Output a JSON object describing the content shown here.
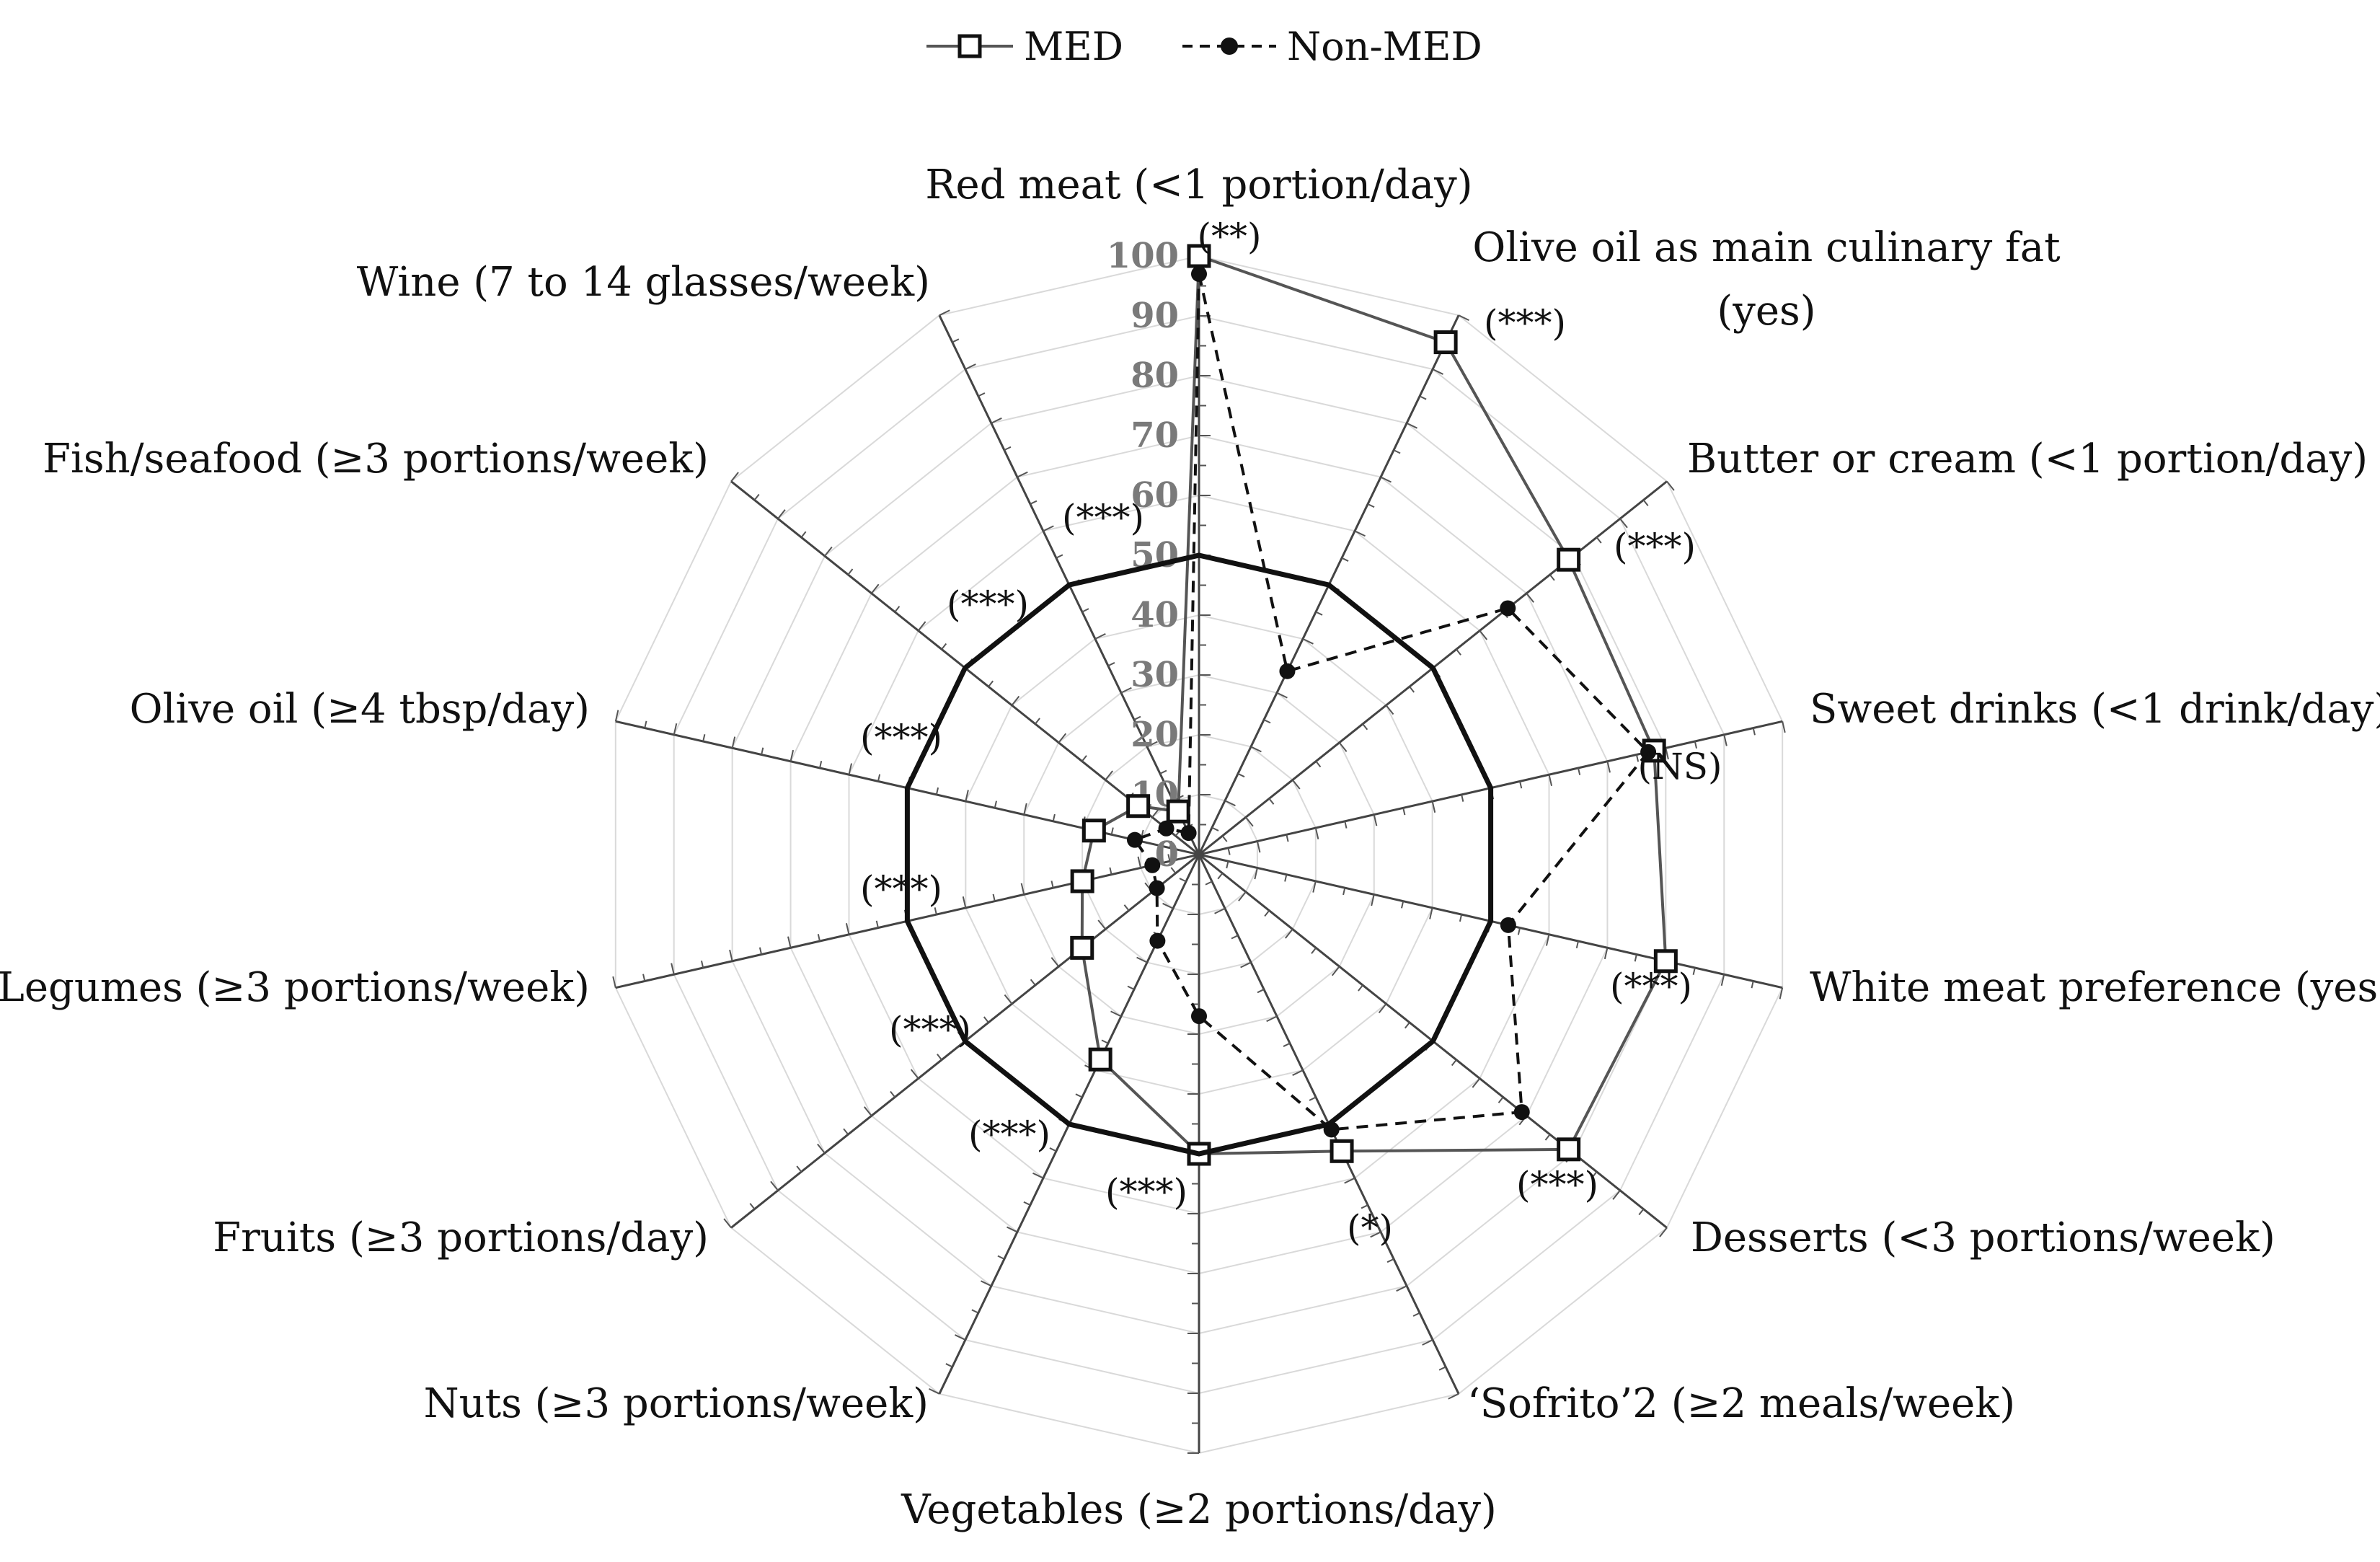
{
  "chart_data": {
    "type": "radar",
    "title": "",
    "rlim": [
      0,
      100
    ],
    "r_ticks": [
      0,
      10,
      20,
      30,
      40,
      50,
      60,
      70,
      80,
      90,
      100
    ],
    "grid": true,
    "legend_position": "top-center",
    "categories": [
      "Red meat (<1 portion/day)",
      "Olive oil as main culinary fat (yes)",
      "Butter or cream (<1 portion/day)",
      "Sweet drinks (<1 drink/day)",
      "White meat preference (yes)",
      "Desserts (<3 portions/week)",
      "'Sofrito'2 (≥2 meals/week)",
      "Vegetables (≥2 portions/day)",
      "Nuts (≥3 portions/week)",
      "Fruits (≥3 portions/day)",
      "Legumes (≥3 portions/week)",
      "Olive oil (≥4 tbsp/day)",
      "Fish/seafood (≥3 portions/week)",
      "Wine (7 to 14 glasses/week)"
    ],
    "label_lines": [
      [
        "Red meat (<1 portion/day)"
      ],
      [
        "Olive oil as main culinary fat",
        "(yes)"
      ],
      [
        "Butter or cream (<1 portion/day)"
      ],
      [
        "Sweet drinks (<1 drink/day)"
      ],
      [
        "White meat preference (yes)"
      ],
      [
        "Desserts (<3 portions/week)"
      ],
      [
        "‘Sofrito’2 (≥2 meals/week)"
      ],
      [
        "Vegetables (≥2 portions/day)"
      ],
      [
        "Nuts (≥3 portions/week)"
      ],
      [
        "Fruits (≥3 portions/day)"
      ],
      [
        "Legumes (≥3 portions/week)"
      ],
      [
        "Olive oil (≥4 tbsp/day)"
      ],
      [
        "Fish/seafood (≥3 portions/week)"
      ],
      [
        "Wine (7 to 14 glasses/week)"
      ]
    ],
    "significance": [
      "(**)",
      "(***)",
      "(***)",
      "(NS)",
      "(***)",
      "(***)",
      "(*)",
      "(***)",
      "(***)",
      "(***)",
      "(***)",
      "(***)",
      "(***)",
      "(***)"
    ],
    "series": [
      {
        "name": "MED",
        "values": [
          100,
          95,
          79,
          78,
          80,
          79,
          55,
          50,
          38,
          25,
          20,
          18,
          13,
          8
        ],
        "color": "#555555",
        "dash": "solid",
        "marker": "square"
      },
      {
        "name": "Non-MED",
        "values": [
          97,
          34,
          66,
          77,
          53,
          69,
          51,
          27,
          16,
          9,
          8,
          11,
          7,
          4
        ],
        "color": "#111111",
        "dash": "dashed",
        "marker": "circle"
      },
      {
        "values": [
          50,
          50,
          50,
          50,
          50,
          50,
          50,
          50,
          50,
          50,
          50,
          50,
          50,
          50
        ],
        "color": "#111111",
        "dash": "solid",
        "marker": "none"
      }
    ]
  }
}
